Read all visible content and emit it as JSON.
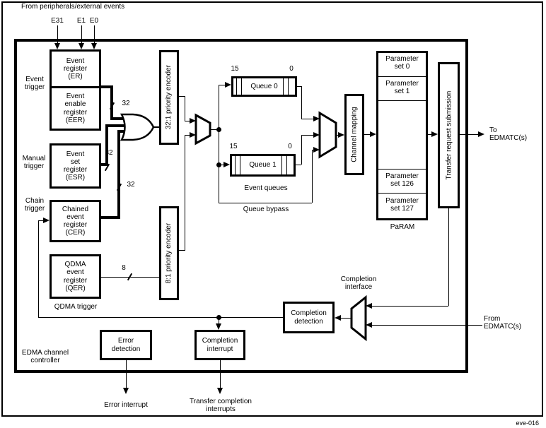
{
  "header": {
    "source_label": "From peripherals/external events"
  },
  "figure_id": "eve-016",
  "controller_label": "EDMA channel\ncontroller",
  "events": {
    "e31": "E31",
    "e1": "E1",
    "e0": "E0"
  },
  "triggers": {
    "event_label": "Event\ntrigger",
    "manual_label": "Manual\ntrigger",
    "chain_label": "Chain\ntrigger",
    "qdma_label": "QDMA trigger"
  },
  "registers": {
    "er": "Event\nregister\n(ER)",
    "eer": "Event\nenable\nregister\n(EER)",
    "esr": "Event\nset\nregister\n(ESR)",
    "cer": "Chained\nevent\nregister\n(CER)",
    "qer": "QDMA\nevent\nregister\n(QER)"
  },
  "encoders": {
    "enc32": "32:1 priority encoder",
    "enc8": "8:1 priority encoder"
  },
  "bus_widths": {
    "er": "32",
    "esr": "32",
    "cer": "32",
    "qer": "8"
  },
  "queues": {
    "q0_label": "Queue 0",
    "q1_label": "Queue 1",
    "q0_msb": "15",
    "q0_lsb": "0",
    "q1_msb": "15",
    "q1_lsb": "0",
    "group_label": "Event queues",
    "bypass_label": "Queue bypass"
  },
  "channel_mapping_label": "Channel mapping",
  "param": {
    "set0": "Parameter\nset 0",
    "set1": "Parameter\nset 1",
    "set126": "Parameter\nset 126",
    "set127": "Parameter\nset 127",
    "label": "PaRAM"
  },
  "transfer_request_label": "Transfer request submission",
  "io": {
    "to_edmatc": "To\nEDMATC(s)",
    "from_edmatc": "From\nEDMATC(s)"
  },
  "completion": {
    "interface_label": "Completion\ninterface",
    "detection_label": "Completion\ndetection",
    "interrupt_label": "Completion\ninterrupt",
    "output_label": "Transfer completion\ninterrupts"
  },
  "error": {
    "detection_label": "Error\ndetection",
    "output_label": "Error interrupt"
  }
}
